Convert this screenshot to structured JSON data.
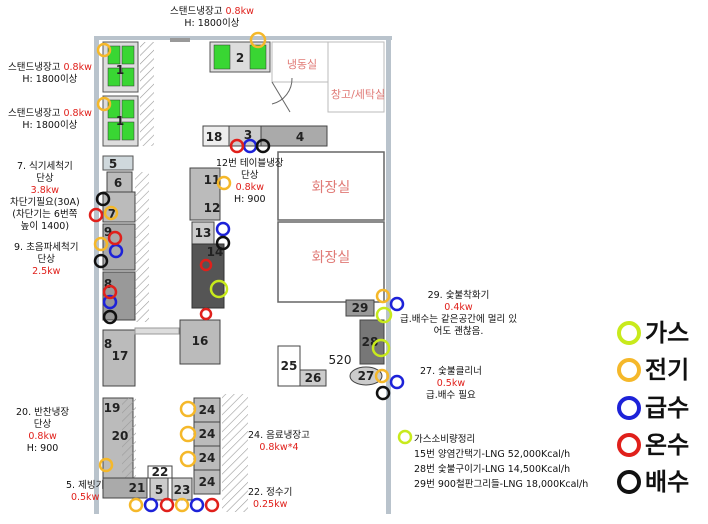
{
  "rooms": {
    "freezer": "냉동실",
    "storage": "창고/세탁실",
    "restroom1": "화장실",
    "restroom2": "화장실"
  },
  "units": [
    "1",
    "1",
    "1",
    "2",
    "18",
    "3",
    "4",
    "5",
    "6",
    "7",
    "8",
    "9",
    "11",
    "12",
    "13",
    "14",
    "16",
    "8",
    "17",
    "19",
    "20",
    "21",
    "22",
    "5",
    "23",
    "24",
    "24",
    "24",
    "24",
    "29",
    "28",
    "25",
    "26",
    "27",
    "520"
  ],
  "notes": {
    "top": {
      "line1": "스탠드냉장고 ",
      "power": "0.8kw",
      "line2": "H: 1800이상"
    },
    "left1": {
      "line1": "스탠드냉장고 ",
      "power": "0.8kw",
      "line2": "H: 1800이상"
    },
    "left2": {
      "line1": "스탠드냉장고 ",
      "power": "0.8kw",
      "line2": "H: 1800이상"
    },
    "dishwasher": {
      "line1": "7. 식기세척기",
      "line2": "단상",
      "power": "3.8kw",
      "line3": "차단기필요(30A)",
      "line4": "(차단기는 6번쪽",
      "line5": "높이 1400)"
    },
    "ultrasonic": {
      "line1": "9. 초음파세척기",
      "line2": "단상",
      "power": "2.5kw"
    },
    "table_fridge": {
      "line1": "12번 테이블냉장",
      "line2": "단상",
      "power": "0.8kw",
      "line3": "H: 900"
    },
    "side_fridge": {
      "line1": "20. 반찬냉장",
      "line2": "단상",
      "power": "0.8kw",
      "line3": "H: 900"
    },
    "ice": {
      "line1": "5. 제빙기",
      "power": "0.5kw"
    },
    "drink_fridge": {
      "line1": "24. 음료냉장고",
      "power": "0.8kw*4"
    },
    "purifier": {
      "line1": "22. 정수기",
      "power": "0.25kw"
    },
    "charcoal_starter": {
      "line1": "29. 숯불착화기",
      "power": "0.4kw",
      "line2": "급.배수는 같은공간에 멀리 있",
      "line3": "어도 괜찮음."
    },
    "charcoal_cleaner": {
      "line1": "27. 숯불클리너",
      "power": "0.5kw",
      "line2": "급.배수 필요"
    }
  },
  "gas": {
    "title": "가스소비량정리",
    "lines": [
      "15번 양염간택기-LNG 52,000Kcal/h",
      "28번 숯불구이기-LNG 14,500Kcal/h",
      "29번 900철판그리들-LNG 18,000Kcal/h"
    ]
  },
  "legend": [
    {
      "label": "가스",
      "color": "#c8ea1c"
    },
    {
      "label": "전기",
      "color": "#f5b82a"
    },
    {
      "label": "급수",
      "color": "#1d22d8"
    },
    {
      "label": "온수",
      "color": "#e0201b"
    },
    {
      "label": "배수",
      "color": "#111111"
    }
  ]
}
